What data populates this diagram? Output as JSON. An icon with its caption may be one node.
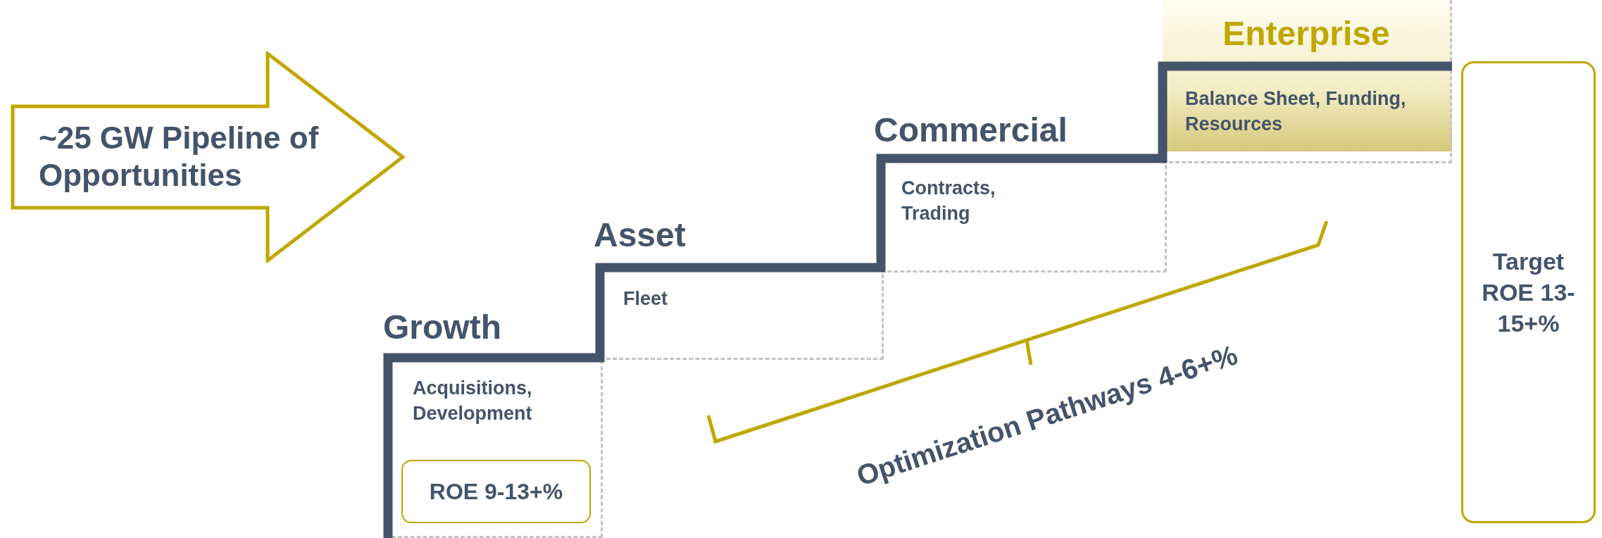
{
  "diagram": {
    "nodes": [
      {
        "text": [
          "~25 GW Pipeline of Opportunities"
        ]
      },
      {
        "text": [
          "Growth",
          "Acquisitions, Development"
        ]
      },
      {
        "text": [
          "ROE 9-13+%"
        ],
        "in": 1
      },
      {
        "text": [
          "Asset",
          "Fleet"
        ]
      },
      {
        "text": [
          "Commercial",
          "Contracts, Trading"
        ]
      },
      {
        "text": [
          "Enterprise",
          "Balance Sheet, Funding, Resources"
        ]
      },
      {
        "text": [
          "Target ROE 13-15+%"
        ]
      }
    ],
    "edges": [],
    "labels": [
      "Optimization Pathways 4-6+%"
    ]
  }
}
